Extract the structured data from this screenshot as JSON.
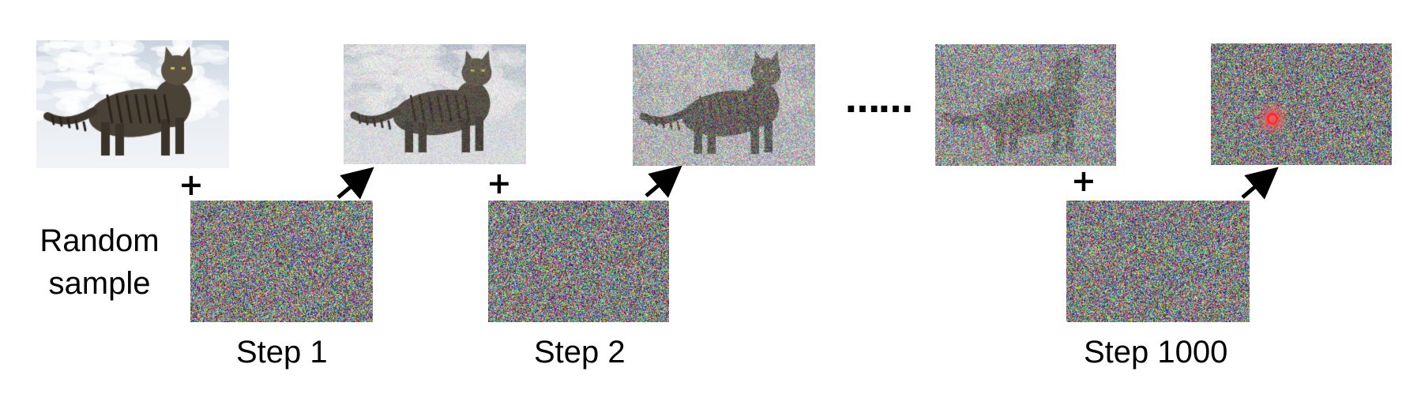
{
  "random_label_line1": "Random",
  "random_label_line2": "sample",
  "steps": [
    "Step 1",
    "Step 2",
    "Step 1000"
  ],
  "plus_sign": "+",
  "ellipsis": "……",
  "noise_levels": [
    0,
    0.22,
    0.55,
    0.85,
    0.97
  ],
  "colors": {
    "arrow": "#000000",
    "marker": "#ff2a2a"
  }
}
